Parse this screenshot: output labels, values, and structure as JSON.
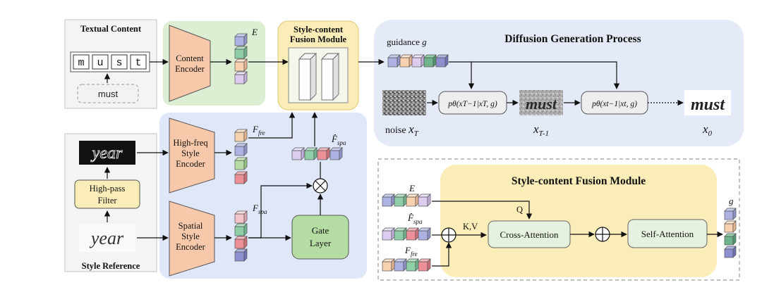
{
  "textual": {
    "title": "Textual Content",
    "chars": [
      "m",
      "u",
      "s",
      "t"
    ],
    "word": "must"
  },
  "content_encoder": {
    "line1": "Content",
    "line2": "Encoder",
    "embedding_label": "E"
  },
  "fusion_module": {
    "line1": "Style-content",
    "line2": "Fusion Module"
  },
  "style": {
    "highpass_line1": "High-pass",
    "highpass_line2": "Filter",
    "reference_label": "Style Reference",
    "ref_word_filtered": "year",
    "ref_word": "year"
  },
  "highfreq_encoder": {
    "line1": "High-freq",
    "line2": "Style",
    "line3": "Encoder",
    "feature_main": "F",
    "feature_sub": "fre"
  },
  "spatial_encoder": {
    "line1": "Spatial",
    "line2": "Style",
    "line3": "Encoder",
    "feature_main": "F",
    "feature_sub": "spa"
  },
  "gate": {
    "line1": "Gate",
    "line2": "Layer",
    "output_main": "F̂",
    "output_sub": "spa"
  },
  "diffusion": {
    "title": "Diffusion Generation Process",
    "guidance_text": "guidance ",
    "guidance_symbol": "g",
    "step1": "pθ(xT−1|xT, g)",
    "step2": "pθ(xt−1|xt, g)",
    "noise_text": "noise ",
    "noise_main": "x",
    "noise_sub": "T",
    "mid_main": "x",
    "mid_sub": "T-1",
    "out_main": "x",
    "out_sub": "0",
    "sample_word": "must"
  },
  "fusion_detail": {
    "title": "Style-content Fusion Module",
    "e_label": "E",
    "fspa_main": "F̂",
    "fspa_sub": "spa",
    "ffre_main": "F",
    "ffre_sub": "fre",
    "q_label": "Q",
    "kv_label": "K,V",
    "cross_attention": "Cross-Attention",
    "self_attention": "Self-Attention",
    "g_label": "g"
  },
  "colors": {
    "encoder_orange": "#f8c8aa",
    "content_bg": "#dcefd3",
    "fusion_bg": "#fbedb8",
    "style_bg": "#dfe7f8",
    "diffusion_bg": "#e4eaf7",
    "gate_green": "#b5dca3",
    "cube_purple": "#aeb2e3",
    "cube_pink": "#f4c4cb",
    "cube_green": "#8fcfa8",
    "cube_peach": "#f8d2b0",
    "cube_red": "#ec8f96",
    "cube_lavender": "#dccdf0"
  }
}
